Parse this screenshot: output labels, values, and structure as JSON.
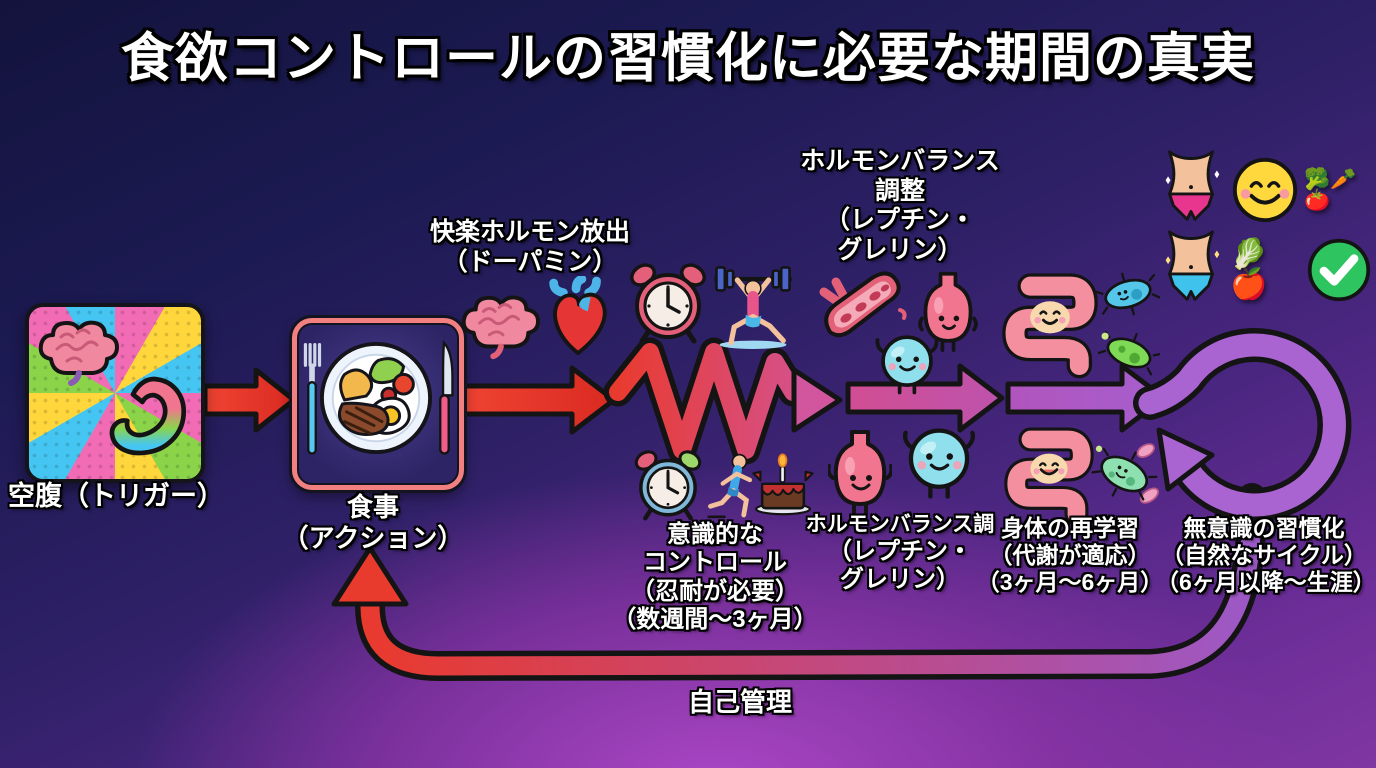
{
  "title": "食欲コントロールの習慣化に必要な期間の真実",
  "colors": {
    "background_top": "#1a1a4d",
    "background_bottom": "#8b3fa8",
    "arrow_red": "#e93a2e",
    "arrow_pink": "#cf4f97",
    "arrow_purple": "#a55fce",
    "loop_purple": "#aa64d2",
    "meal_border": "#f28080"
  },
  "stages": {
    "trigger": {
      "label": "空腹（トリガー）"
    },
    "action": {
      "lines": [
        "食事",
        "（アクション）"
      ]
    },
    "dopamine": {
      "lines": [
        "快楽ホルモン放出",
        "（ドーパミン）"
      ]
    },
    "hormone_adjust": {
      "lines": [
        "ホルモンバランス",
        "調整",
        "（レプチン・",
        "グレリン）"
      ]
    },
    "conscious_control": {
      "lines": [
        "意識的な",
        "コントロール",
        "（忍耐が必要）",
        "（数週間〜3ヶ月）"
      ]
    },
    "hormone_balance": {
      "lines": [
        "ホルモンバランス調",
        "（レプチン・",
        "グレリン）"
      ]
    },
    "body_relearning": {
      "lines": [
        "身体の再学習",
        "（代謝が適応）",
        "（3ヶ月〜6ヶ月）"
      ]
    },
    "unconscious_habit": {
      "lines": [
        "無意識の習慣化",
        "（自然なサイクル）",
        "（6ヶ月以降〜生涯）"
      ]
    },
    "self_management": {
      "label": "自己管理"
    }
  },
  "icons": {
    "weightlifter": "🏋",
    "runner": "🏃",
    "cake": "🎂",
    "veggies": "🥦🥕🍅",
    "lettuce_apple": "🥬🍎"
  }
}
